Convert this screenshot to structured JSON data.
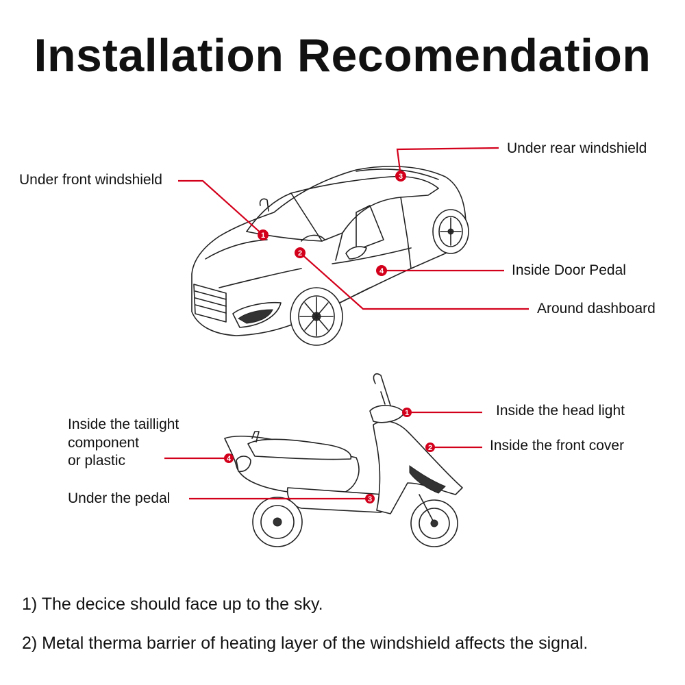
{
  "title": "Installation Recomendation",
  "car": {
    "labels": {
      "front_windshield": "Under front windshield",
      "rear_windshield": "Under rear windshield",
      "door_pedal": "Inside Door Pedal",
      "dashboard": "Around dashboard"
    },
    "markers": [
      "1",
      "2",
      "3",
      "4"
    ]
  },
  "scooter": {
    "labels": {
      "taillight_line1": "Inside the taillight",
      "taillight_line2": "component",
      "taillight_line3": "or plastic",
      "pedal": "Under the pedal",
      "head_light": "Inside the head light",
      "front_cover": "Inside the front cover"
    },
    "markers": [
      "1",
      "2",
      "3",
      "4"
    ]
  },
  "notes": [
    "1) The decice should face up to the sky.",
    "2) Metal therma barrier of heating layer of the windshield affects the signal."
  ],
  "colors": {
    "accent": "#d3001b",
    "text": "#111111",
    "background": "#ffffff"
  }
}
